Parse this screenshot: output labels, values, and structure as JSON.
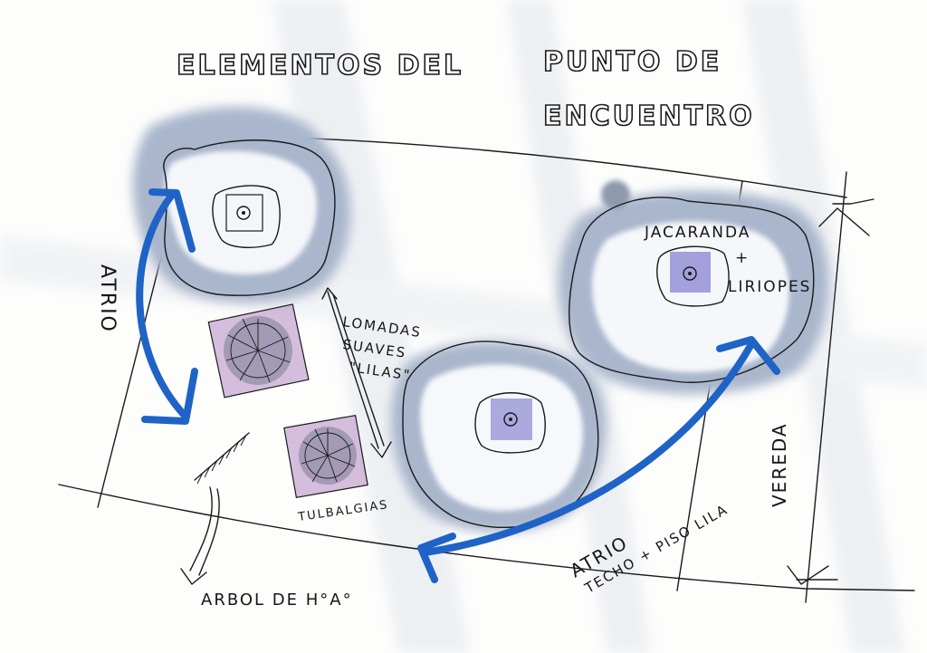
{
  "title": {
    "line1": "ELEMENTOS   DEL",
    "line2a": "PUNTO DE",
    "line2b": "ENCUENTRO"
  },
  "labels": {
    "atrio_left": "ATRIO",
    "lomadas_1": "LOMADAS",
    "lomadas_2": "SUAVES",
    "lomadas_3": "\"LILAS\"",
    "jacaranda": "JACARANDA",
    "plus": "+",
    "liriopes": "LIRIOPES",
    "tulbalgias": "TULBALGIAS",
    "atrio_bottom": "ATRIO",
    "techo_piso": "TECHO + PISO LILA",
    "vereda": "VEREDA",
    "arbol": "ARBOL DE H°A°"
  },
  "colors": {
    "wash": "#a9b6cc",
    "blue": "#1f63c6",
    "purple": "#8a3a9e",
    "ink": "#1a1a1a"
  }
}
